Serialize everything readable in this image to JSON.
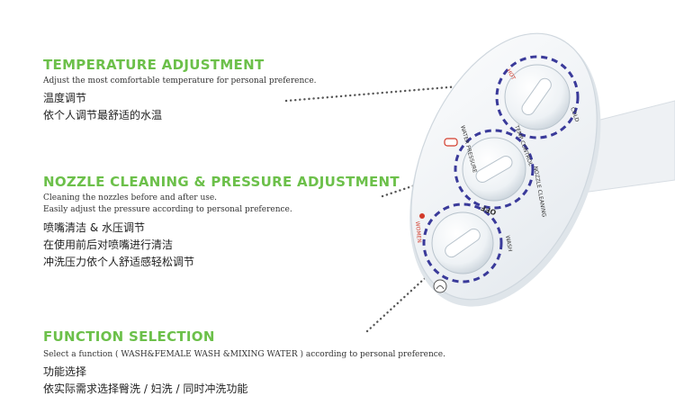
{
  "sections": [
    {
      "title": "TEMPERATURE  ADJUSTMENT",
      "en_lines": [
        "Adjust the most comfortable temperature for personal preference."
      ],
      "zh_lines": [
        "温度调节",
        "依个人调节最舒适的水温"
      ]
    },
    {
      "title": "NOZZLE CLEANING & PRESSURE ADJUSTMENT",
      "en_lines": [
        "Cleaning the nozzles before and after use.",
        "Easily adjust the pressure according to personal preference."
      ],
      "zh_lines": [
        "喷嘴清洁 & 水压调节",
        "在使用前后对喷嘴进行清洁",
        "冲洗压力依个人舒适感轻松调节"
      ]
    },
    {
      "title": "FUNCTION SELECTION",
      "en_lines": [
        "Select a function ( WASH&FEMALE WASH &MIXING WATER ) according to personal preference."
      ],
      "zh_lines": [
        "功能选择",
        "依实际需求选择臀洗 / 妇洗 / 同时冲洗功能"
      ]
    }
  ],
  "device_labels": {
    "hot": "HOT",
    "cold": "COLD",
    "temp_control": "TEMP CONTROL",
    "water_pressure": "WATER PRESSURE",
    "nozzle_cleaning": "NOZZLE CLEANING",
    "off": "OFF",
    "women": "WOMEN",
    "wash": "WASH"
  },
  "colors": {
    "title_green": "#6cc04a",
    "dial_dash_blue": "#3a3a9a",
    "accent_red": "#d23a2a",
    "leader_dots": "#555555"
  }
}
